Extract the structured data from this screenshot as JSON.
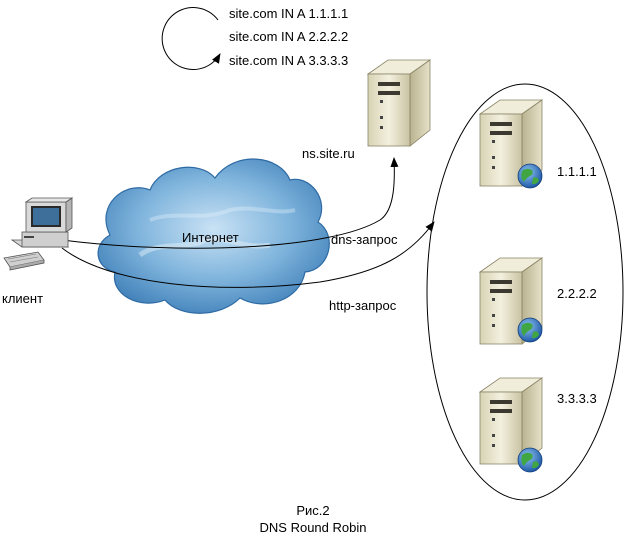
{
  "dns_records": [
    "site.com IN A 1.1.1.1",
    "site.com IN A 2.2.2.2",
    "site.com IN A 3.3.3.3"
  ],
  "nameserver_label": "ns.site.ru",
  "cloud_label": "Интернет",
  "client_label": "клиент",
  "dns_request_label": "dns-запрос",
  "http_request_label": "http-запрос",
  "servers": [
    "1.1.1.1",
    "2.2.2.2",
    "3.3.3.3"
  ],
  "caption": {
    "line1": "Рис.2",
    "line2": "DNS Round Robin"
  },
  "colors": {
    "cloud": "#6aa6d4",
    "server_body": "#e8e4cc",
    "globe": "#2f6fc0",
    "line": "#000000"
  }
}
